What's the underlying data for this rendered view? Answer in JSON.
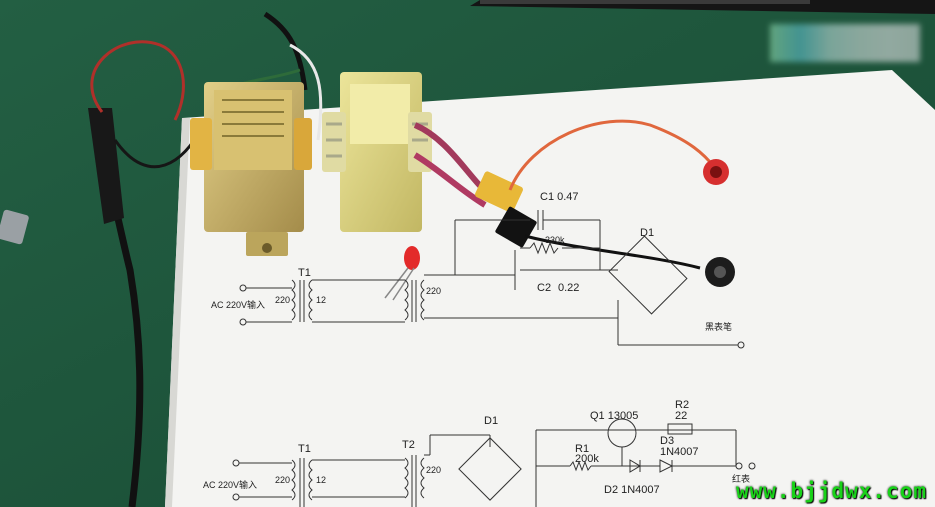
{
  "photo": {
    "subject": "bench setup: two transformers wired to a printed circuit schematic",
    "colors": {
      "bench": "#1f5a3e",
      "paper": "#f4f4f2",
      "transformer_core": "#c9b26a",
      "wire_red": "#c8463c",
      "wire_black": "#1a1a1a",
      "led": "#e32a2a",
      "watermark": "#19d219"
    }
  },
  "schematic_top": {
    "t1": "T1",
    "ac_input": "AC 220V输入",
    "primary": "220",
    "secondary": "12",
    "t2_secondary": "220",
    "c1": "C1 0.47",
    "c2": "C2",
    "c2_value": "0.22",
    "resistor": "330k",
    "d1": "D1",
    "probe": "黑表笔"
  },
  "schematic_bottom": {
    "t1": "T1",
    "t2": "T2",
    "ac_input": "AC 220V输入",
    "primary": "220",
    "secondary": "12",
    "t2_secondary": "220",
    "d1": "D1",
    "q1": "Q1 13005",
    "r1": "R1",
    "r1_value": "200k",
    "r2": "R2",
    "r2_value": "22",
    "d3": "D3",
    "d3_value": "1N4007",
    "d2": "D2 1N4007",
    "probe": "红表"
  },
  "watermark": {
    "text": "www.bjjdwx.com"
  }
}
